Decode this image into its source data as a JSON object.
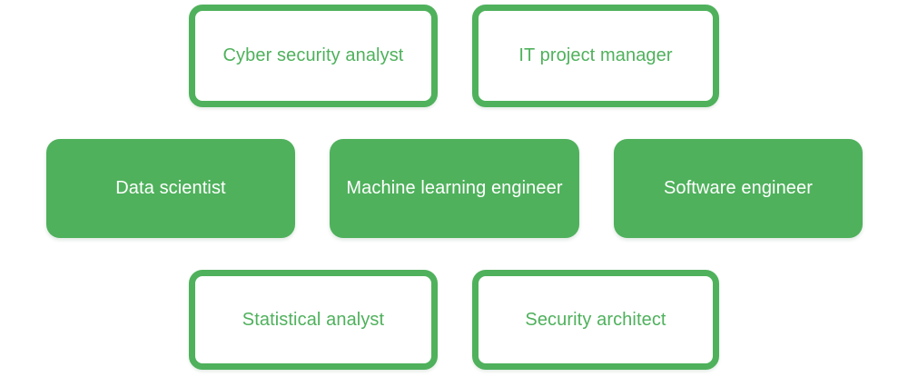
{
  "diagram": {
    "type": "card-grid",
    "background_color": "#ffffff",
    "accent_color": "#4FB15C",
    "outlined_text_color": "#4FB15C",
    "filled_text_color": "#ffffff",
    "rows": [
      {
        "row_name": "top-row",
        "style": "outlined",
        "cards": [
          {
            "label": "Cyber security analyst"
          },
          {
            "label": "IT project manager"
          }
        ]
      },
      {
        "row_name": "middle-row",
        "style": "filled",
        "cards": [
          {
            "label": "Data scientist"
          },
          {
            "label": "Machine learning engineer"
          },
          {
            "label": "Software engineer"
          }
        ]
      },
      {
        "row_name": "bottom-row",
        "style": "outlined",
        "cards": [
          {
            "label": "Statistical analyst"
          },
          {
            "label": "Security architect"
          }
        ]
      }
    ]
  }
}
